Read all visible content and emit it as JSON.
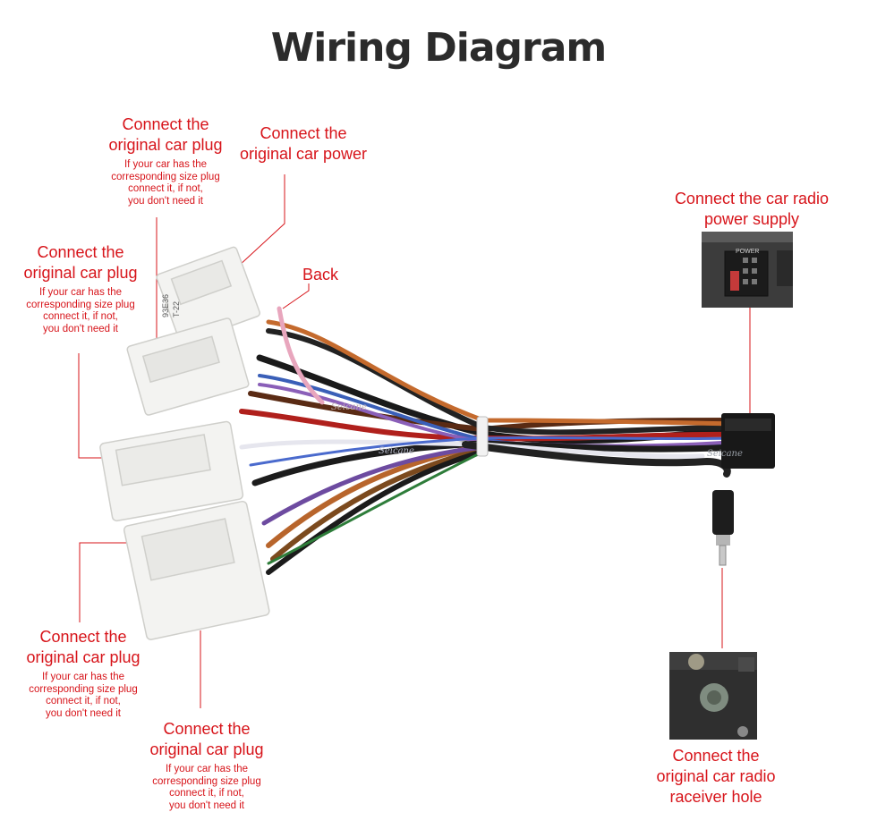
{
  "title": "Wiring Diagram",
  "colors": {
    "title": "#2b2b2b",
    "label": "#d7141a",
    "leader_line": "#d7141a"
  },
  "watermark": "Seicane",
  "labels": {
    "plug_top": {
      "heading": [
        "Connect the",
        "original car plug"
      ],
      "note": [
        "If your car has the",
        "corresponding size plug",
        "connect it, if not,",
        "you don't need it"
      ]
    },
    "power": {
      "heading": [
        "Connect the",
        "original car power"
      ]
    },
    "plug_left": {
      "heading": [
        "Connect the",
        "original car plug"
      ],
      "note": [
        "If your car has the",
        "corresponding size plug",
        "connect it, if not,",
        "you don't need it"
      ]
    },
    "back": {
      "heading": [
        "Back"
      ]
    },
    "radio_power": {
      "heading": [
        "Connect the car radio",
        "power supply"
      ]
    },
    "plug_bottom_left": {
      "heading": [
        "Connect the",
        "original car plug"
      ],
      "note": [
        "If your car has the",
        "corresponding size plug",
        "connect it, if not,",
        "you don't need it"
      ]
    },
    "plug_bottom": {
      "heading": [
        "Connect the",
        "original car plug"
      ],
      "note": [
        "If your car has the",
        "corresponding size plug",
        "connect it, if not,",
        "you don't need it"
      ]
    },
    "antenna": {
      "heading": [
        "Connect the",
        "original car radio",
        "raceiver hole"
      ]
    }
  },
  "photos": {
    "power_socket_text": "POWER",
    "connector_sticker": [
      "93E36",
      "T-22"
    ]
  }
}
